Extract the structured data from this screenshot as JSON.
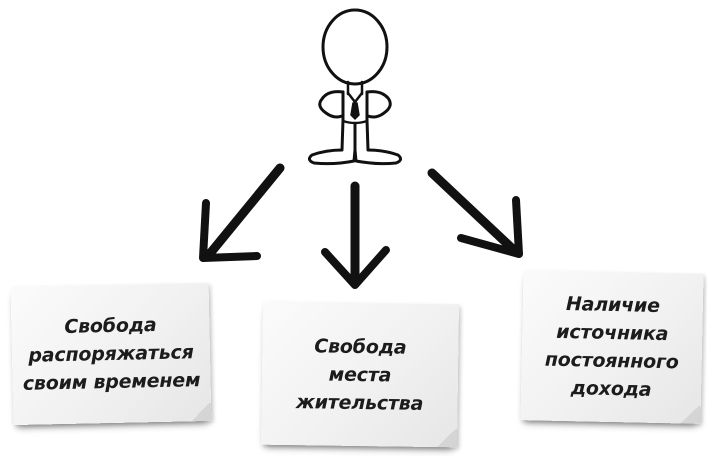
{
  "figure": {
    "nodes": [
      {
        "id": "left",
        "label": "Свобода\nраспоряжаться\nсвоим временем"
      },
      {
        "id": "middle",
        "label": "Свобода\nместа\nжительства"
      },
      {
        "id": "right",
        "label": "Наличие\nисточника\nпостоянного\nдохода"
      }
    ],
    "edges": [
      {
        "from": "person",
        "to": "left"
      },
      {
        "from": "person",
        "to": "middle"
      },
      {
        "from": "person",
        "to": "right"
      }
    ]
  },
  "colors": {
    "ink": "#111111",
    "note_paper": "#f1f1f1",
    "text": "#1c1c1c",
    "background": "#ffffff"
  }
}
